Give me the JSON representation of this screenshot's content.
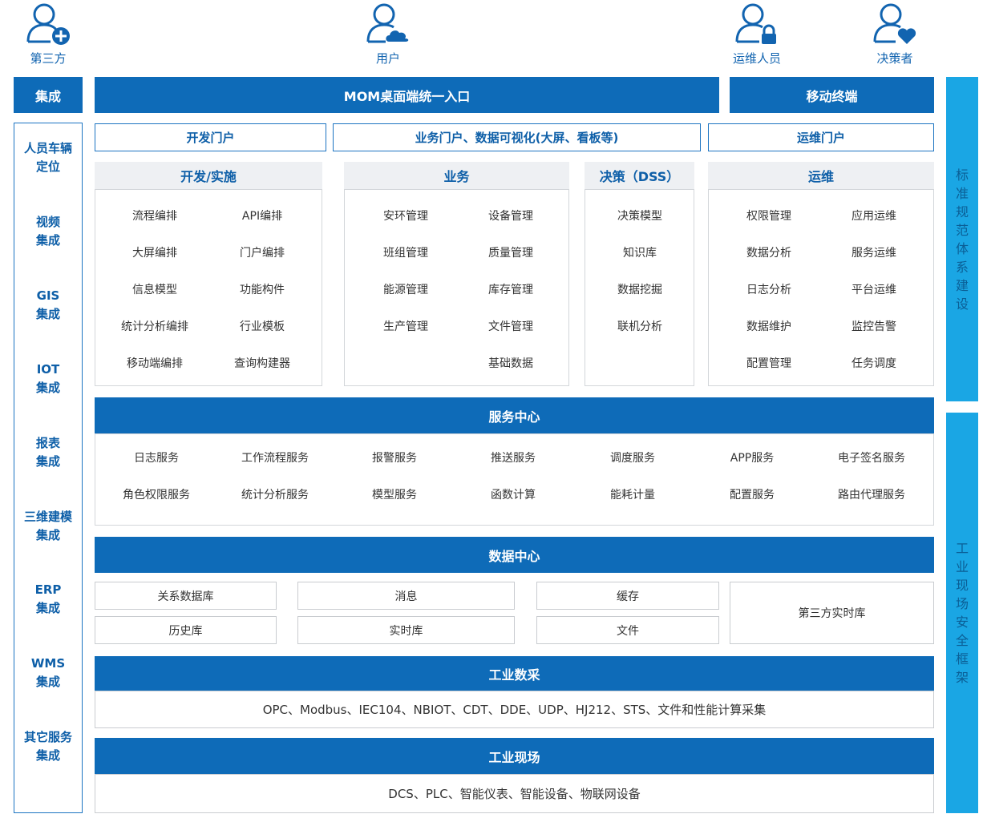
{
  "roles": [
    {
      "label": "第三方",
      "icon": "user-plus-icon"
    },
    {
      "label": "用户",
      "icon": "user-cloud-icon"
    },
    {
      "label": "运维人员",
      "icon": "user-lock-icon"
    },
    {
      "label": "决策者",
      "icon": "user-heart-icon"
    }
  ],
  "integration": {
    "header": "集成",
    "items": [
      "人员车辆\n定位",
      "视频\n集成",
      "GIS\n集成",
      "IOT\n集成",
      "报表\n集成",
      "三维建模\n集成",
      "ERP\n集成",
      "WMS\n集成",
      "其它服务\n集成"
    ]
  },
  "entry": {
    "desktop": "MOM桌面端统一入口",
    "mobile": "移动终端"
  },
  "portals": {
    "dev": "开发门户",
    "business": "业务门户、数据可视化(大屏、看板等)",
    "ops": "运维门户"
  },
  "modules": {
    "dev": {
      "title": "开发/实施",
      "items": [
        "流程编排",
        "API编排",
        "大屏编排",
        "门户编排",
        "信息模型",
        "功能构件",
        "统计分析编排",
        "行业模板",
        "移动端编排",
        "查询构建器"
      ]
    },
    "business": {
      "title": "业务",
      "items": [
        "安环管理",
        "设备管理",
        "班组管理",
        "质量管理",
        "能源管理",
        "库存管理",
        "生产管理",
        "文件管理",
        "",
        "基础数据"
      ]
    },
    "dss": {
      "title": "决策（DSS）",
      "items": [
        "决策模型",
        "知识库",
        "数据挖掘",
        "联机分析"
      ]
    },
    "ops": {
      "title": "运维",
      "items": [
        "权限管理",
        "应用运维",
        "数据分析",
        "服务运维",
        "日志分析",
        "平台运维",
        "数据维护",
        "监控告警",
        "配置管理",
        "任务调度"
      ]
    }
  },
  "service_center": {
    "title": "服务中心",
    "items": [
      "日志服务",
      "工作流程服务",
      "报警服务",
      "推送服务",
      "调度服务",
      "APP服务",
      "电子签名服务",
      "角色权限服务",
      "统计分析服务",
      "模型服务",
      "函数计算",
      "能耗计量",
      "配置服务",
      "路由代理服务"
    ]
  },
  "data_center": {
    "title": "数据中心",
    "items": [
      "关系数据库",
      "消息",
      "缓存",
      "历史库",
      "实时库",
      "文件",
      "第三方实时库"
    ]
  },
  "acquisition": {
    "title": "工业数采",
    "text": "OPC、Modbus、IEC104、NBIOT、CDT、DDE、UDP、HJ212、STS、文件和性能计算采集"
  },
  "field": {
    "title": "工业现场",
    "text": "DCS、PLC、智能仪表、智能设备、物联网设备"
  },
  "side_bars": {
    "top": "标准规范体系建设",
    "bottom": "工业现场安全框架"
  }
}
